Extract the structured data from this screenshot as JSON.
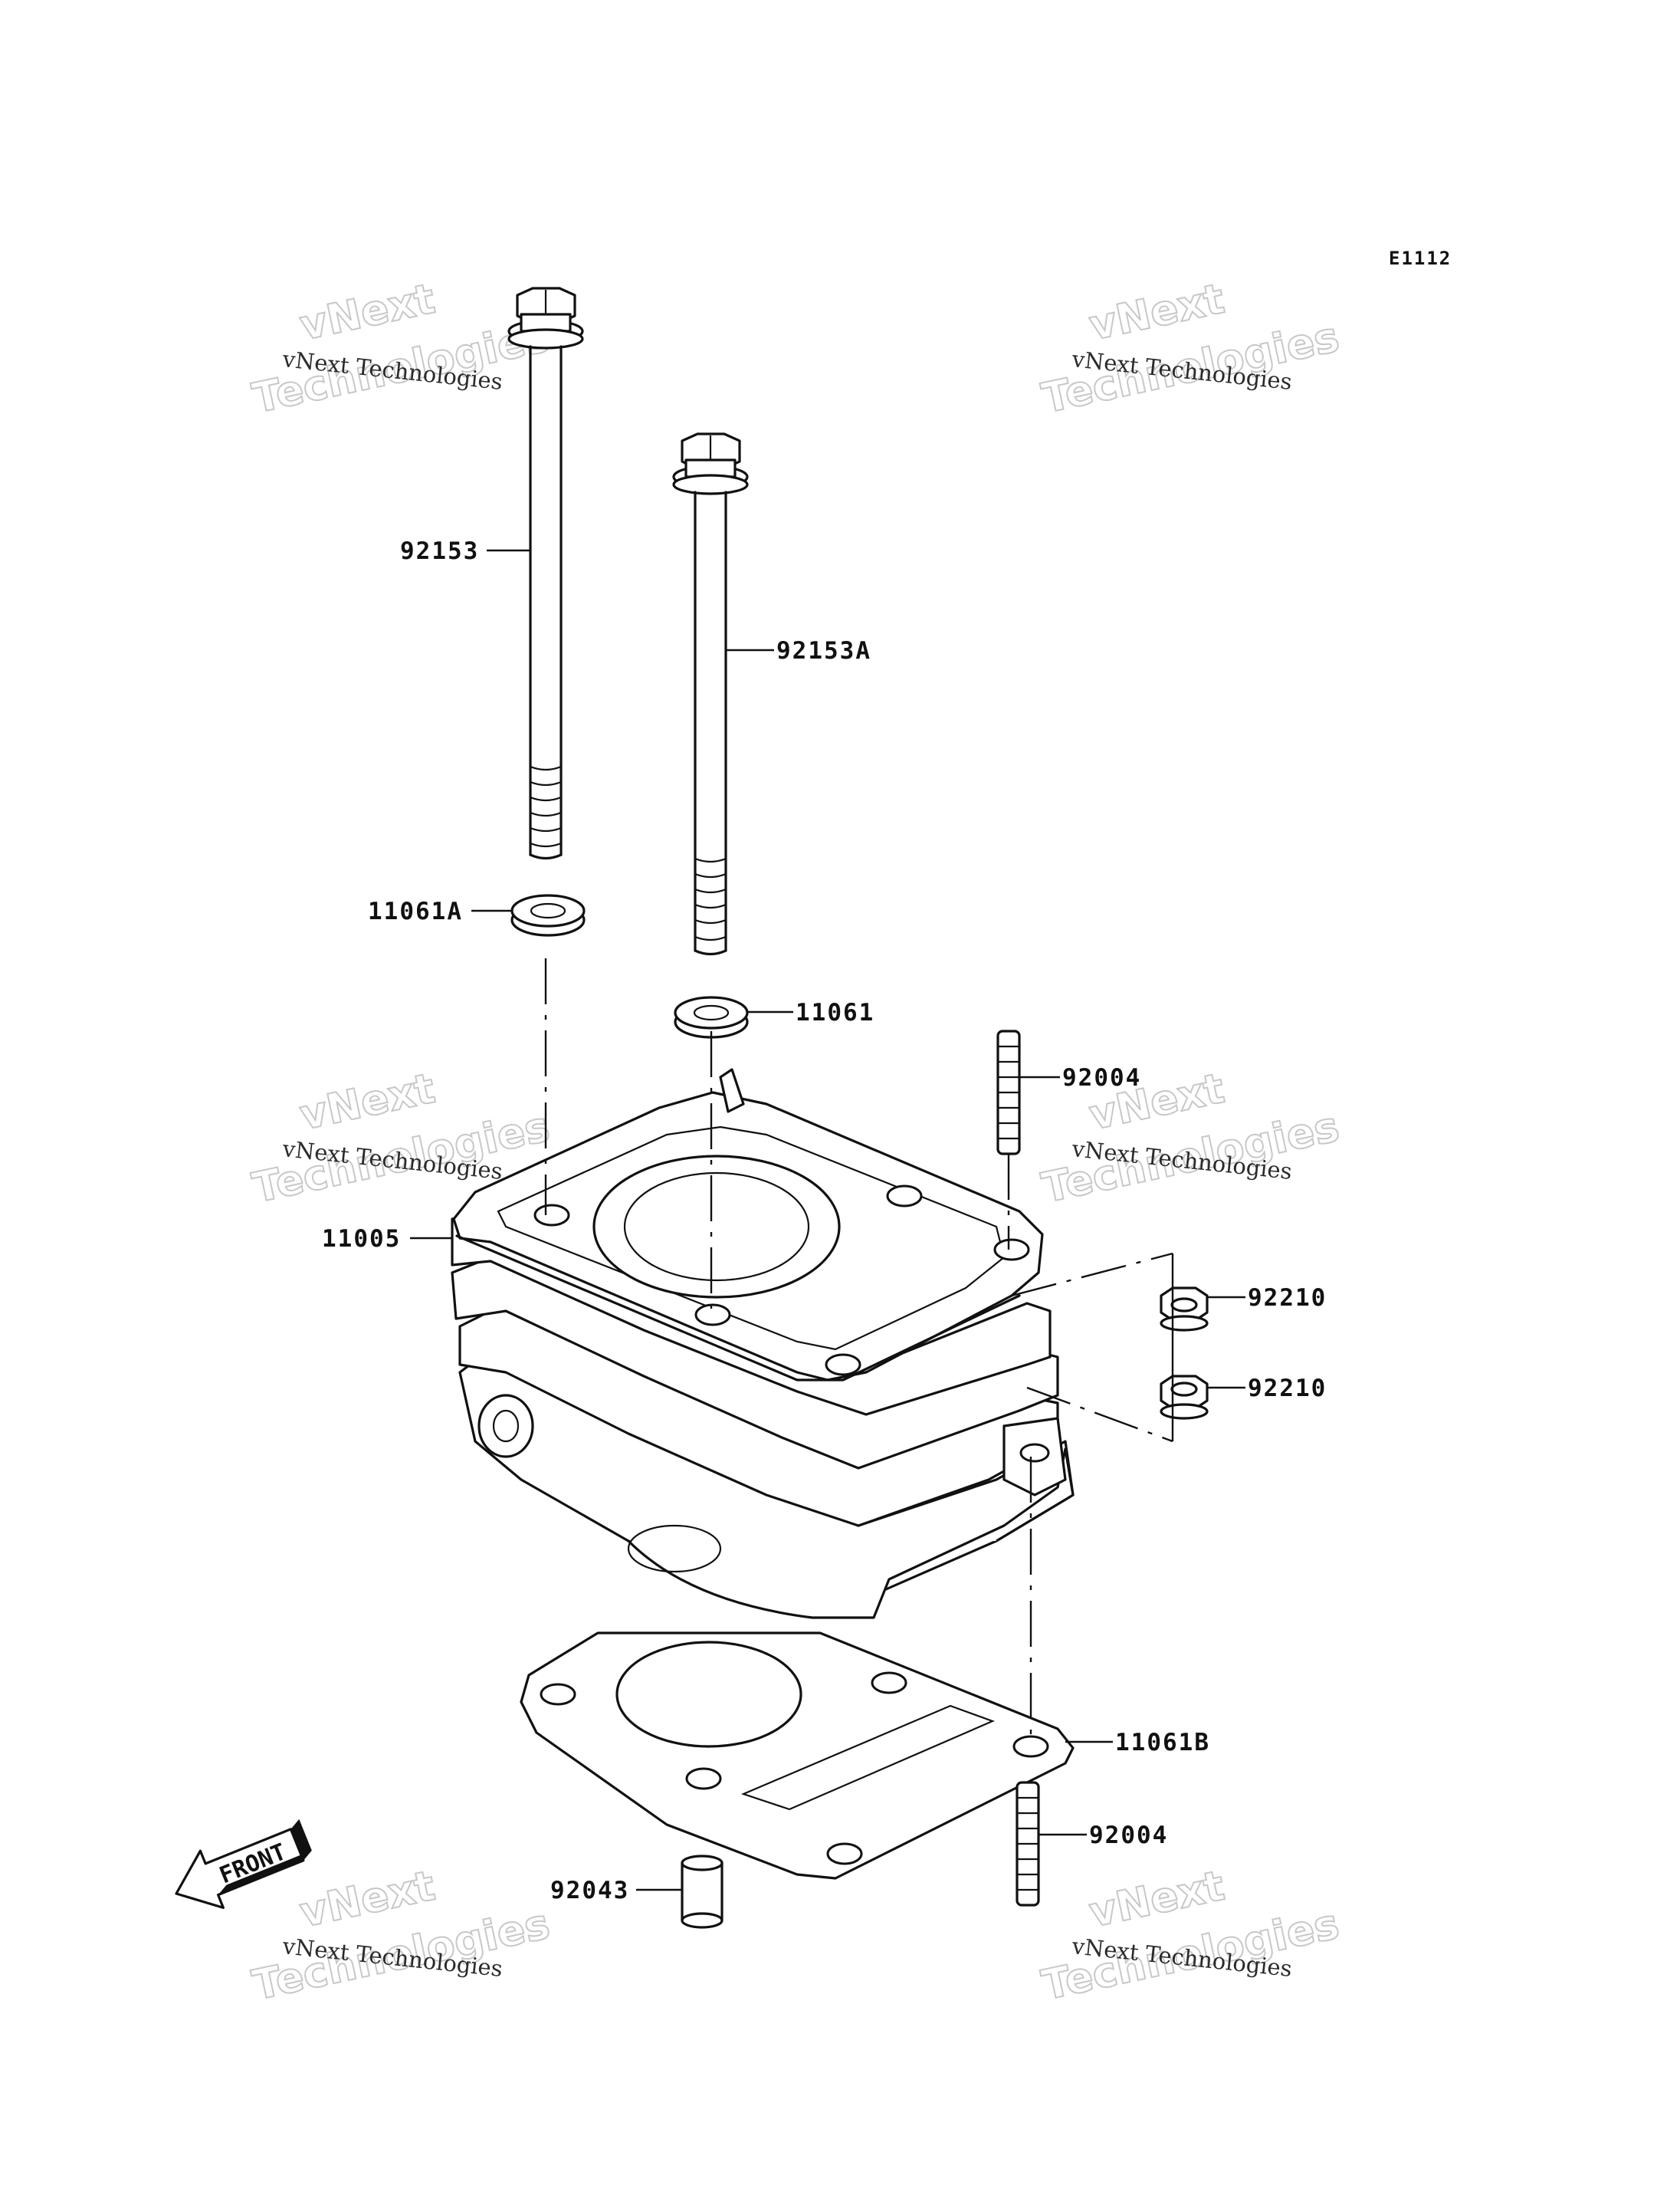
{
  "diagram": {
    "code": "E1112",
    "parts": [
      {
        "id": "p92153",
        "label": "92153"
      },
      {
        "id": "p92153A",
        "label": "92153A"
      },
      {
        "id": "p11061A",
        "label": "11061A"
      },
      {
        "id": "p11061",
        "label": "11061"
      },
      {
        "id": "p92004a",
        "label": "92004"
      },
      {
        "id": "p11005",
        "label": "11005"
      },
      {
        "id": "p92210a",
        "label": "92210"
      },
      {
        "id": "p92210b",
        "label": "92210"
      },
      {
        "id": "p11061B",
        "label": "11061B"
      },
      {
        "id": "p92004b",
        "label": "92004"
      },
      {
        "id": "p92043",
        "label": "92043"
      }
    ],
    "front_arrow_label": "FRONT",
    "watermark": {
      "line1": "vNext",
      "line2": "vNext Technologies",
      "line3": "Technologies"
    }
  }
}
